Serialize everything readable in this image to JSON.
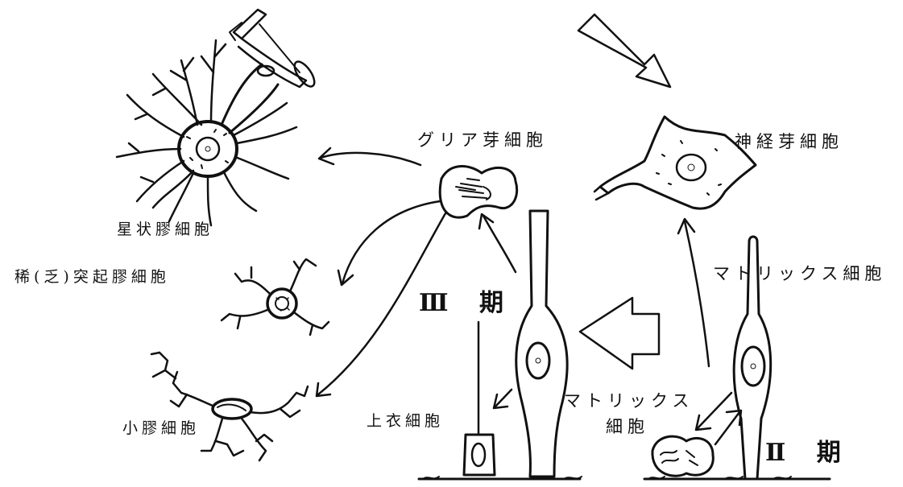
{
  "figure": {
    "colors": {
      "ink": "#111111",
      "paper": "#ffffff"
    },
    "labels": {
      "glioblast": "グリア芽細胞",
      "neuroblast": "神経芽細胞",
      "astrocyte": "星状膠細胞",
      "oligodendrocyte": "稀(乏)突起膠細胞",
      "matrix_cell_right": "マトリックス細胞",
      "stage_three": "Ⅲ 期",
      "matrix_cell_center_line1": "マトリックス",
      "matrix_cell_center_line2": "細胞",
      "ependymal_cell": "上衣細胞",
      "microglia": "小膠細胞",
      "stage_two": "Ⅱ 期"
    }
  }
}
